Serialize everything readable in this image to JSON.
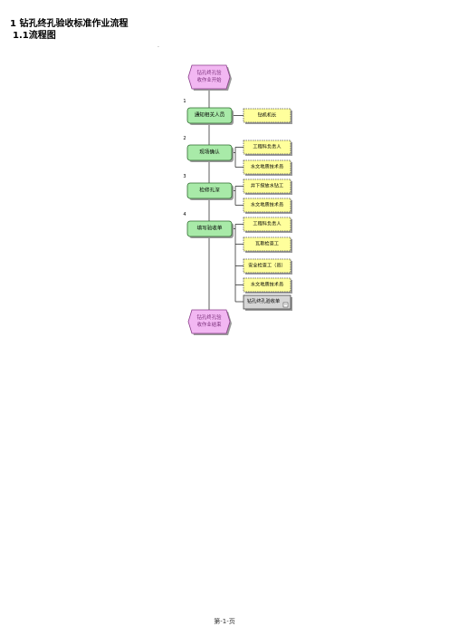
{
  "header": {
    "title": "1  钻孔终孔验收标准作业流程",
    "subtitle": "1.1流程图",
    "marker": "."
  },
  "flow": {
    "start": "钻孔终孔验收作业开始",
    "end": "钻孔终孔验收作业结束",
    "steps": [
      {
        "num": "1",
        "label": "通知相关人员",
        "roles": [
          "钻机机长"
        ],
        "doc": ""
      },
      {
        "num": "2",
        "label": "现场确认",
        "roles": [
          "工程科负责人",
          "水文地质技术员"
        ],
        "doc": ""
      },
      {
        "num": "3",
        "label": "检修孔深",
        "roles": [
          "井下探放水钻工",
          "水文地质技术员"
        ],
        "doc": ""
      },
      {
        "num": "4",
        "label": "填写验收单",
        "roles": [
          "工程科负责人",
          "瓦斯检查工",
          "安全检查工（员）",
          "水文地质技术员"
        ],
        "doc": "钻孔终孔验收单"
      }
    ]
  },
  "footer": {
    "page": "第-1-页"
  },
  "colors": {
    "terminator_fill": "#f2b7f2",
    "terminator_stroke": "#8a3d8a",
    "process_fill": "#a8eaa8",
    "process_stroke": "#2f6b2f",
    "role_fill": "#ffff9c",
    "role_stroke": "#555555",
    "doc_fill": "#d6d6d6",
    "connector": "#333333",
    "shadow": "#9a9a9a"
  }
}
